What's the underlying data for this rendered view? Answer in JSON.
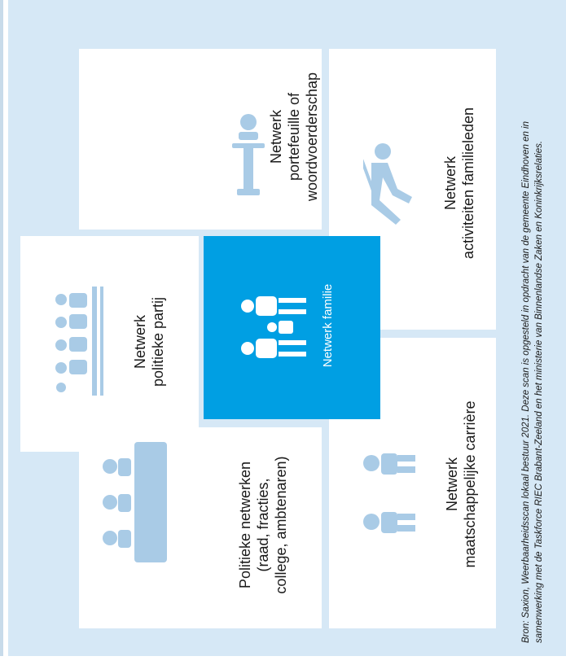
{
  "diagram": {
    "colors": {
      "panel": "#d6e8f6",
      "box": "#ffffff",
      "center": "#009fe3",
      "icon": "#a9cbe6",
      "center_text": "#ffffff"
    },
    "center": {
      "label": "Netwerk familie",
      "icon": "family-icon"
    },
    "networks": {
      "portefeuille": {
        "lines": [
          "Netwerk",
          "portefeuille of",
          "woordvoerderschap"
        ],
        "icon": "speaker-podium-icon"
      },
      "activiteiten": {
        "lines": [
          "Netwerk",
          "activiteiten familieleden"
        ],
        "icon": "activity-person-icon"
      },
      "partij": {
        "lines": [
          "Netwerk",
          "politieke partij"
        ],
        "icon": "party-group-icon"
      },
      "politiek": {
        "lines": [
          "Politieke netwerken",
          "(raad, fracties,",
          "college, ambtenaren)"
        ],
        "icon": "council-table-icon"
      },
      "carriere": {
        "lines": [
          "Netwerk",
          "maatschappelijke carrière"
        ],
        "icon": "two-persons-icon"
      }
    },
    "source": {
      "line1": "Bron: Saxion, Weerbaarheidsscan lokaal bestuur 2021. Deze scan is opgesteld in opdracht van de gemeente Eindhoven en in",
      "line2": "samenwerking met de Taskforce RIEC Brabant-Zeeland en het ministerie van Binnenlandse Zaken en Koninkrijksrelaties."
    }
  }
}
